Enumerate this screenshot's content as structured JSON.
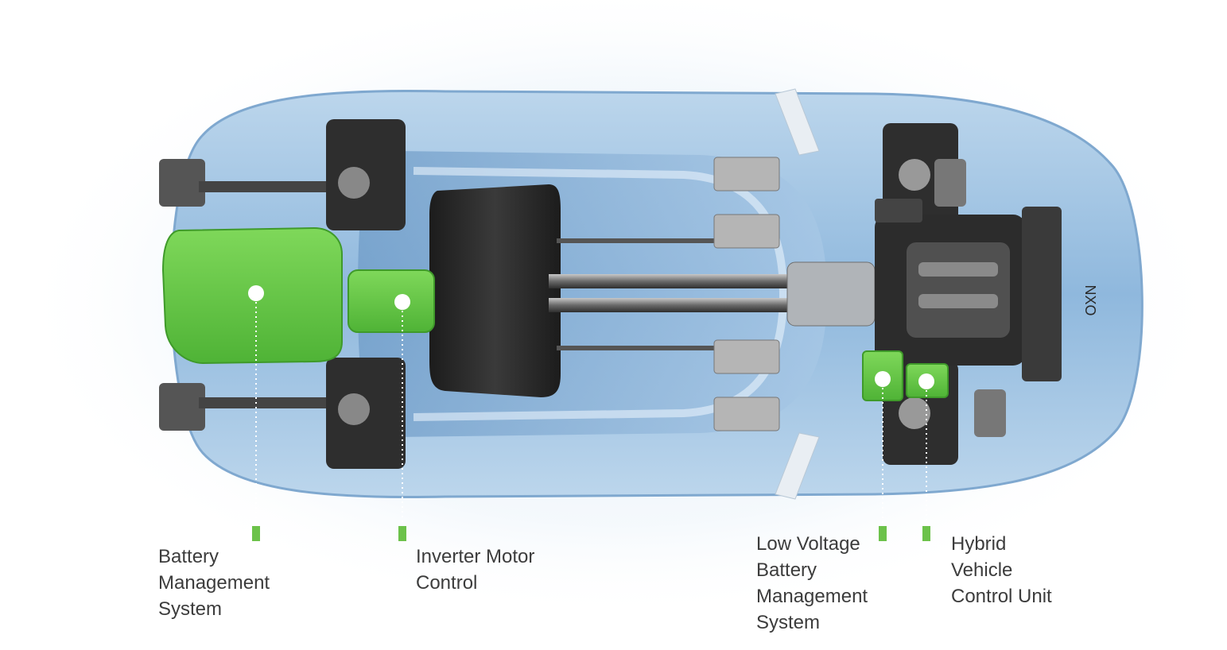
{
  "colors": {
    "accent_green": "#6cc24a",
    "body_blue": "#9cc2e2",
    "label_text": "#3c3c3c",
    "dark_part": "#2a2a2a"
  },
  "icons": [
    "car-body-illustration",
    "brand-logo"
  ],
  "brand_logo": "NXO",
  "labels": {
    "bms": [
      "Battery",
      "Management",
      "System"
    ],
    "imc": [
      "Inverter Motor",
      "Control"
    ],
    "lvbms": [
      "Low Voltage",
      "Battery",
      "Management",
      "System"
    ],
    "hvcu": [
      "Hybrid",
      "Vehicle",
      "Control Unit"
    ]
  }
}
